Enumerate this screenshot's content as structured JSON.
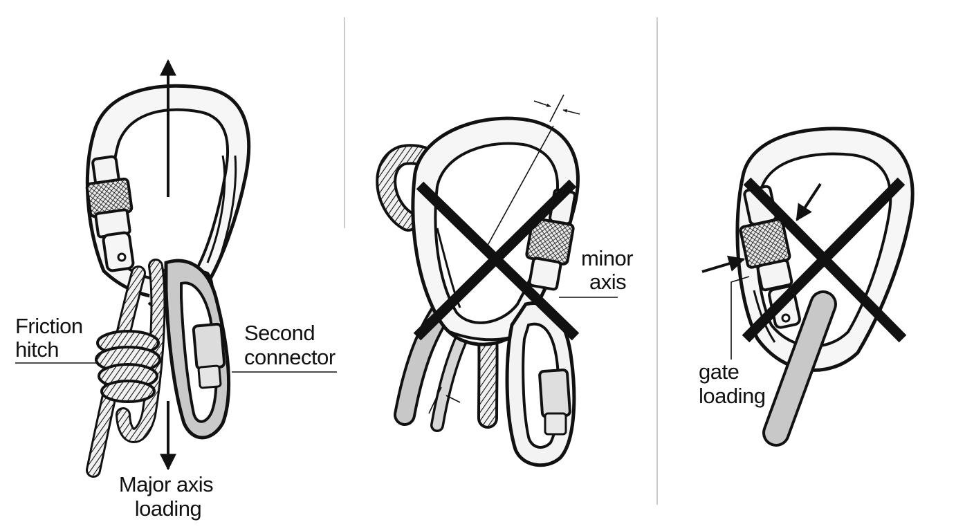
{
  "colors": {
    "ink": "#111111",
    "metal": "#f6f6f6",
    "shade": "#cfcfcf",
    "rope": "#e8e8e8",
    "sling": "#c8c8c8",
    "background": "#ffffff"
  },
  "panels": [
    {
      "id": "correct",
      "labels": {
        "friction_hitch": [
          "Friction",
          "hitch"
        ],
        "second_connector": [
          "Second",
          "connector"
        ],
        "major_axis": [
          "Major axis",
          "loading"
        ]
      }
    },
    {
      "id": "cross-loaded",
      "labels": {
        "minor_axis": [
          "minor",
          "axis"
        ]
      },
      "marker": "x-mark"
    },
    {
      "id": "gate-loaded",
      "labels": {
        "gate_loading": [
          "gate",
          "loading"
        ]
      },
      "marker": "x-mark"
    }
  ],
  "icons": [
    "carabiner-icon",
    "rope-icon",
    "arrow-icon",
    "x-mark-icon",
    "screw-gate-icon"
  ]
}
